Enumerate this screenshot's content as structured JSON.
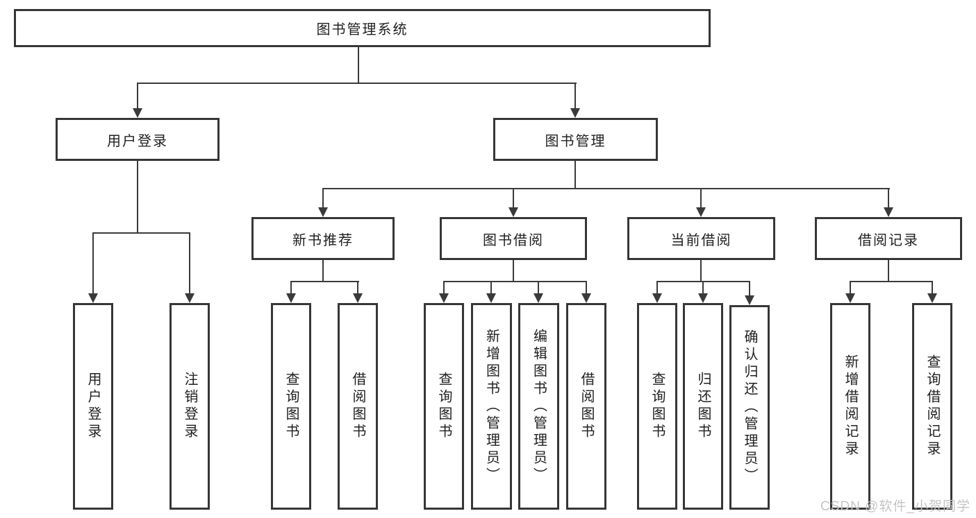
{
  "nodes": {
    "root": "图书管理系统",
    "user_login": "用户登录",
    "book_mgmt": "图书管理",
    "new_book_rec": "新书推荐",
    "book_borrow": "图书借阅",
    "current_borrow": "当前借阅",
    "borrow_record": "借阅记录"
  },
  "leaves": {
    "user_login": "用户登录",
    "logout": "注销登录",
    "rec_query_book": "查询图书",
    "rec_borrow_book": "借阅图书",
    "bb_query_book": "查询图书",
    "bb_add_book": "新增图书（管理员）",
    "bb_edit_book": "编辑图书（管理员）",
    "bb_borrow_book": "借阅图书",
    "cb_query_book": "查询图书",
    "cb_return_book": "归还图书",
    "cb_confirm_return": "确认归还（管理员）",
    "br_add_record": "新增借阅记录",
    "br_query_record": "查询借阅记录"
  },
  "watermark": "CSDN @软件_小贺同学",
  "colors": {
    "line": "#3a3a3a",
    "box_border": "#363636",
    "text": "#1f1f1f",
    "watermark": "#c4c4c4",
    "background": "#ffffff"
  }
}
